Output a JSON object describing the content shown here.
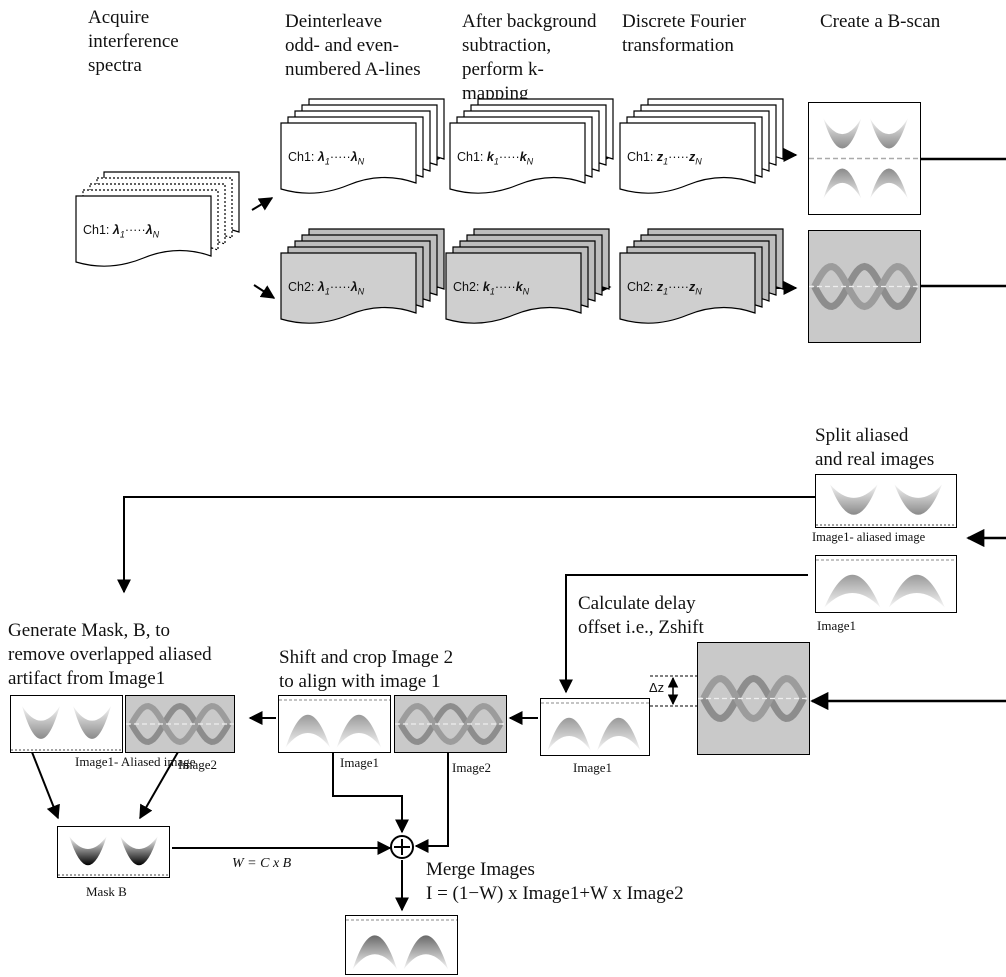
{
  "steps": {
    "acquire": "Acquire\ninterference\nspectra",
    "deinterleave": "Deinterleave\nodd- and even-\nnumbered A-lines",
    "kmap": "After background\nsubtraction,\nperform k-\nmapping",
    "dft": "Discrete Fourier\ntransformation",
    "bscan": "Create a B-scan"
  },
  "stacks": {
    "source": {
      "ch": "Ch1: ",
      "var": "λ",
      "a": "1",
      "b": "N"
    },
    "ch1_lambda": {
      "ch": "Ch1: ",
      "var": "λ",
      "a": "1",
      "b": "N"
    },
    "ch1_k": {
      "ch": "Ch1: ",
      "var": "k",
      "a": "1",
      "b": "N"
    },
    "ch1_z": {
      "ch": "Ch1: ",
      "var": "z",
      "a": "1",
      "b": "N"
    },
    "ch2_lambda": {
      "ch": "Ch2: ",
      "var": "λ",
      "a": "1",
      "b": "N"
    },
    "ch2_k": {
      "ch": "Ch2: ",
      "var": "k",
      "a": "1",
      "b": "N"
    },
    "ch2_z": {
      "ch": "Ch2: ",
      "var": "z",
      "a": "1",
      "b": "N"
    }
  },
  "split": {
    "title": "Split aliased\nand real images",
    "aliased_caption": "Image1- aliased image",
    "real_caption": "Image1"
  },
  "delay": {
    "title": "Calculate delay\noffset i.e., Zshift",
    "dz": "Δz",
    "caption": "Image1"
  },
  "shift": {
    "title": "Shift and crop Image 2\nto align with image 1",
    "image1_caption": "Image1",
    "image2_caption": "Image2"
  },
  "mask": {
    "title": "Generate Mask, B, to\nremove overlapped aliased\nartifact from Image1",
    "aliased_caption": "Image1-\nAliased\nimage",
    "image2_caption": "Image2",
    "mask_caption": "Mask B"
  },
  "formula_w": "W = C x B",
  "merge": {
    "title": "Merge Images",
    "formula": "I = (1−W) x Image1+W x Image2"
  }
}
